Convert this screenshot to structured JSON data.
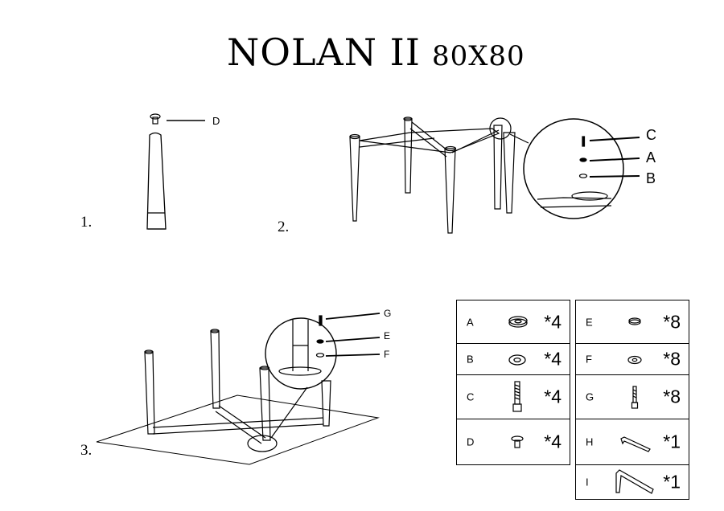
{
  "title": {
    "name": "NOLAN II",
    "size": "80X80"
  },
  "steps": [
    {
      "number": "1.",
      "callouts": [
        "D"
      ]
    },
    {
      "number": "2.",
      "callouts": [
        "C",
        "A",
        "B"
      ]
    },
    {
      "number": "3.",
      "callouts": [
        "G",
        "E",
        "F"
      ]
    }
  ],
  "parts": [
    {
      "letter": "A",
      "qty": "*4",
      "icon": "spring-washer-icon"
    },
    {
      "letter": "B",
      "qty": "*4",
      "icon": "flat-washer-icon"
    },
    {
      "letter": "C",
      "qty": "*4",
      "icon": "long-bolt-icon"
    },
    {
      "letter": "D",
      "qty": "*4",
      "icon": "leveling-foot-icon"
    },
    {
      "letter": "E",
      "qty": "*8",
      "icon": "small-spring-washer-icon"
    },
    {
      "letter": "F",
      "qty": "*8",
      "icon": "small-flat-washer-icon"
    },
    {
      "letter": "G",
      "qty": "*8",
      "icon": "short-bolt-icon"
    },
    {
      "letter": "H",
      "qty": "*1",
      "icon": "small-allen-key-icon"
    },
    {
      "letter": "I",
      "qty": "*1",
      "icon": "large-allen-key-icon"
    }
  ]
}
